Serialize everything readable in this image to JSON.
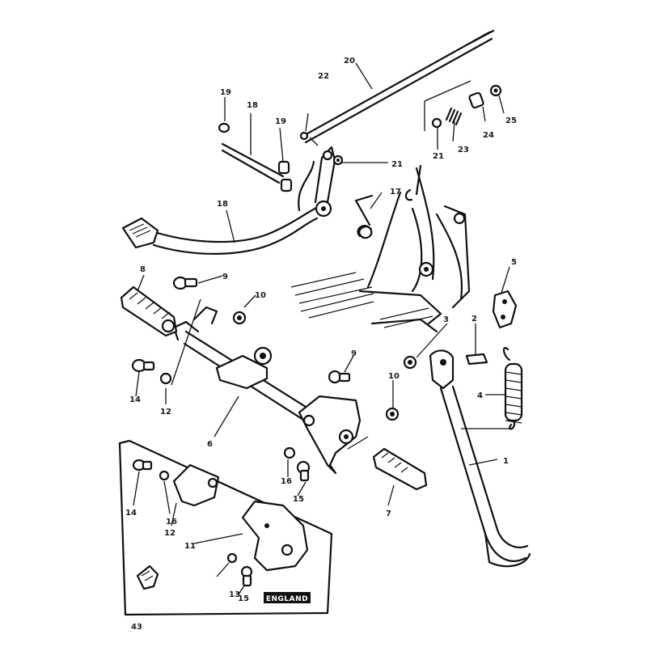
{
  "diagram": {
    "callouts": {
      "c1": "1",
      "c2": "2",
      "c3": "3",
      "c4": "4",
      "c5": "5",
      "c6": "6",
      "c7": "7",
      "c8": "8",
      "c9": "9",
      "c10a": "10",
      "c10b": "10",
      "c11": "11",
      "c12a": "12",
      "c12b": "12",
      "c13": "13",
      "c14a": "14",
      "c14b": "14",
      "c15a": "15",
      "c15b": "15",
      "c16a": "16",
      "c16b": "16",
      "c17": "17",
      "c18a": "18",
      "c18b": "18",
      "c19a": "19",
      "c19b": "19",
      "c20": "20",
      "c21a": "21",
      "c21b": "21",
      "c22": "22",
      "c23": "23",
      "c24": "24",
      "c25": "25"
    },
    "inset_label": "ENGLAND",
    "page_number": "43"
  }
}
